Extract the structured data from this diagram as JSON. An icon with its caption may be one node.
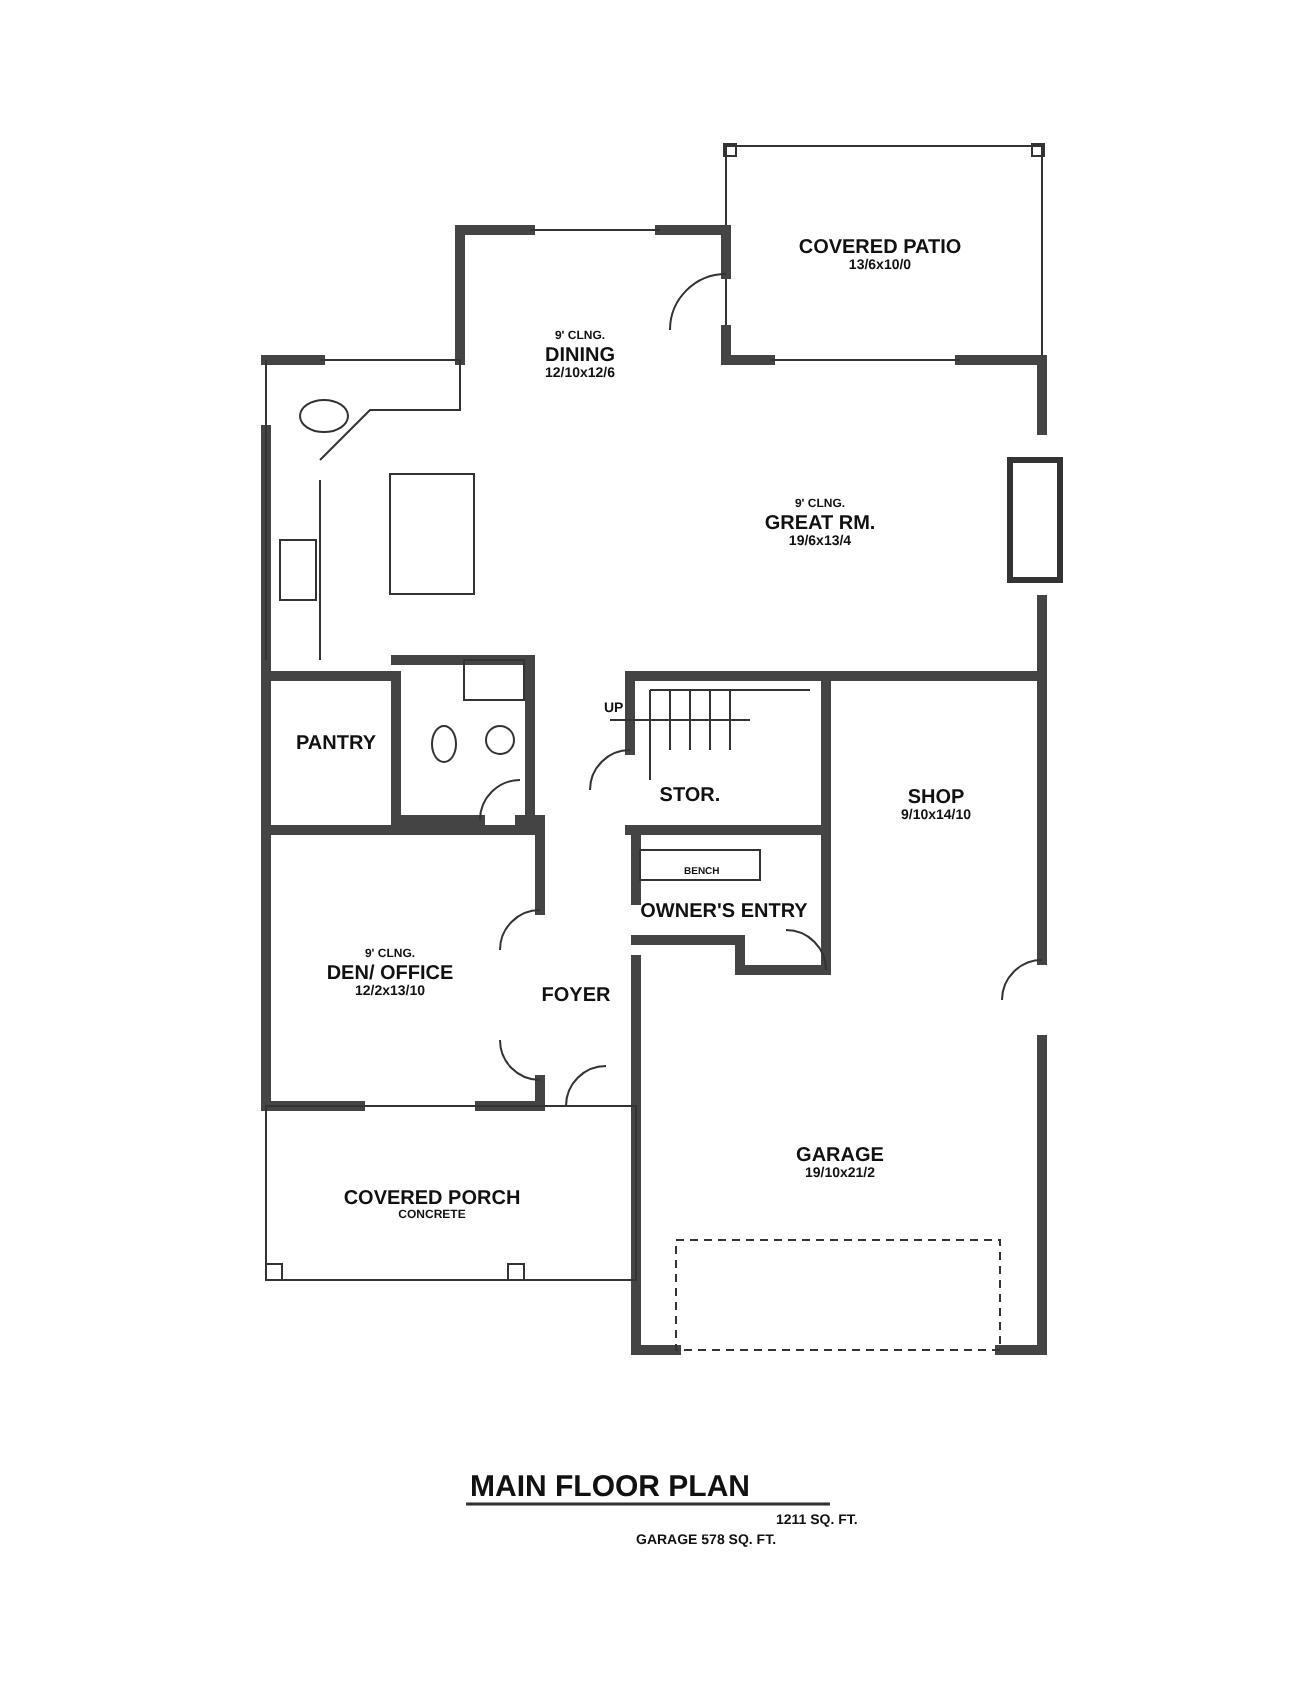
{
  "diagram": {
    "title": "MAIN FLOOR PLAN",
    "nodes": [
      {
        "text": [
          "COVERED PATIO",
          "13/6x10/0"
        ]
      },
      {
        "text": [
          "9' CLNG.",
          "DINING",
          "12/10x12/6"
        ]
      },
      {
        "text": [
          "9' CLNG.",
          "GREAT RM.",
          "19/6x13/4"
        ]
      },
      {
        "text": [
          "PANTRY"
        ]
      },
      {
        "text": [
          "STOR."
        ]
      },
      {
        "text": [
          "OWNER'S ENTRY"
        ]
      },
      {
        "text": [
          "SHOP",
          "9/10x14/10"
        ]
      },
      {
        "text": [
          "9' CLNG.",
          "DEN/ OFFICE",
          "12/2x13/10"
        ]
      },
      {
        "text": [
          "FOYER"
        ]
      },
      {
        "text": [
          "COVERED PORCH",
          "CONCRETE"
        ]
      },
      {
        "text": [
          "GARAGE",
          "19/10x21/2"
        ]
      }
    ],
    "edges": [],
    "labels": [
      "UP",
      "BENCH",
      "1211 SQ. FT.",
      "GARAGE 578 SQ. FT."
    ]
  }
}
